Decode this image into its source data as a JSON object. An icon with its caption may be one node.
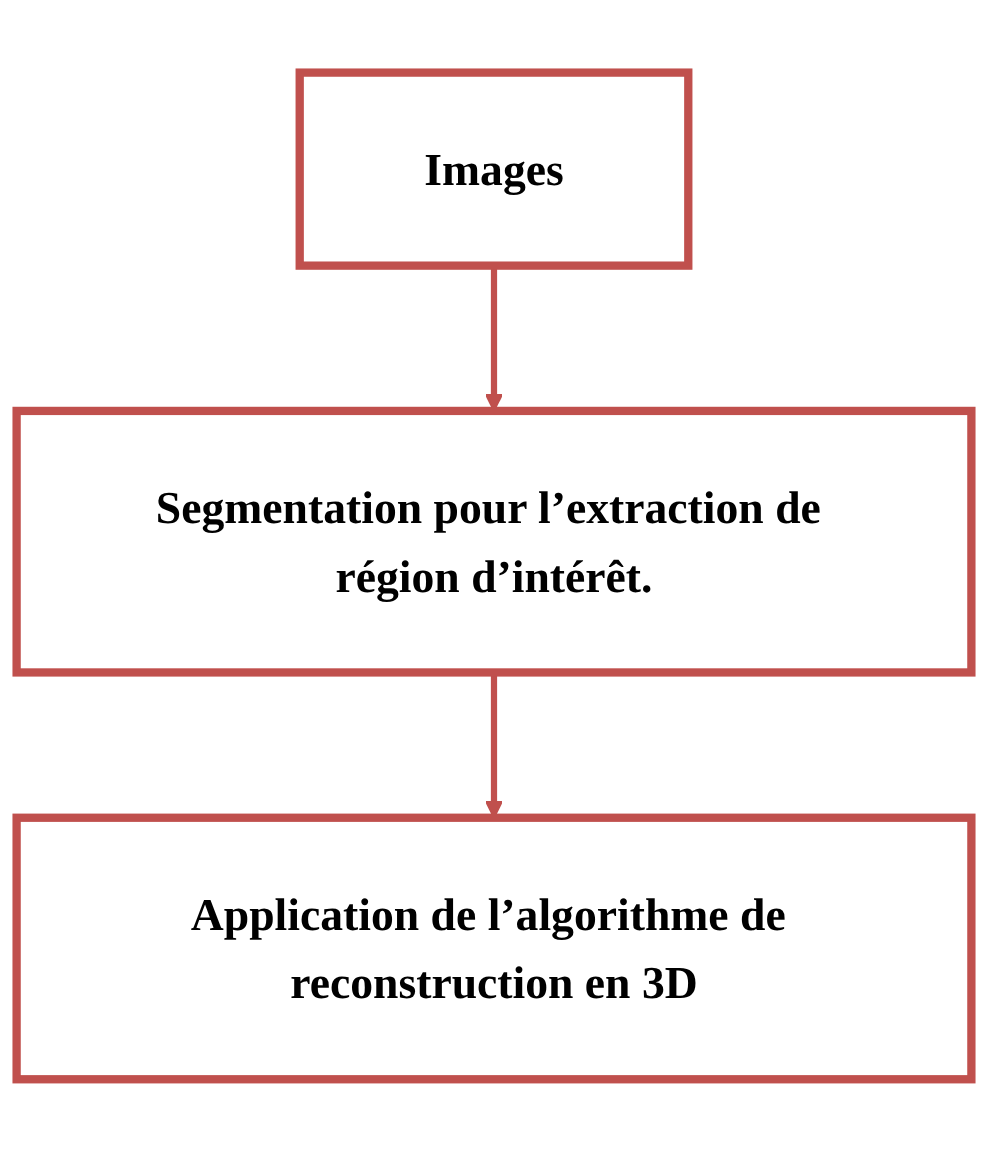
{
  "diagram": {
    "nodes": [
      {
        "text": [
          "Images"
        ]
      },
      {
        "text": [
          "Segmentation pour l’extraction de région d’intérêt."
        ]
      },
      {
        "text": [
          "Application de l’algorithme de reconstruction en 3D"
        ]
      }
    ],
    "edges": [
      {
        "from": 0,
        "to": 1,
        "arrow": "to"
      },
      {
        "from": 1,
        "to": 2,
        "arrow": "to"
      }
    ]
  }
}
